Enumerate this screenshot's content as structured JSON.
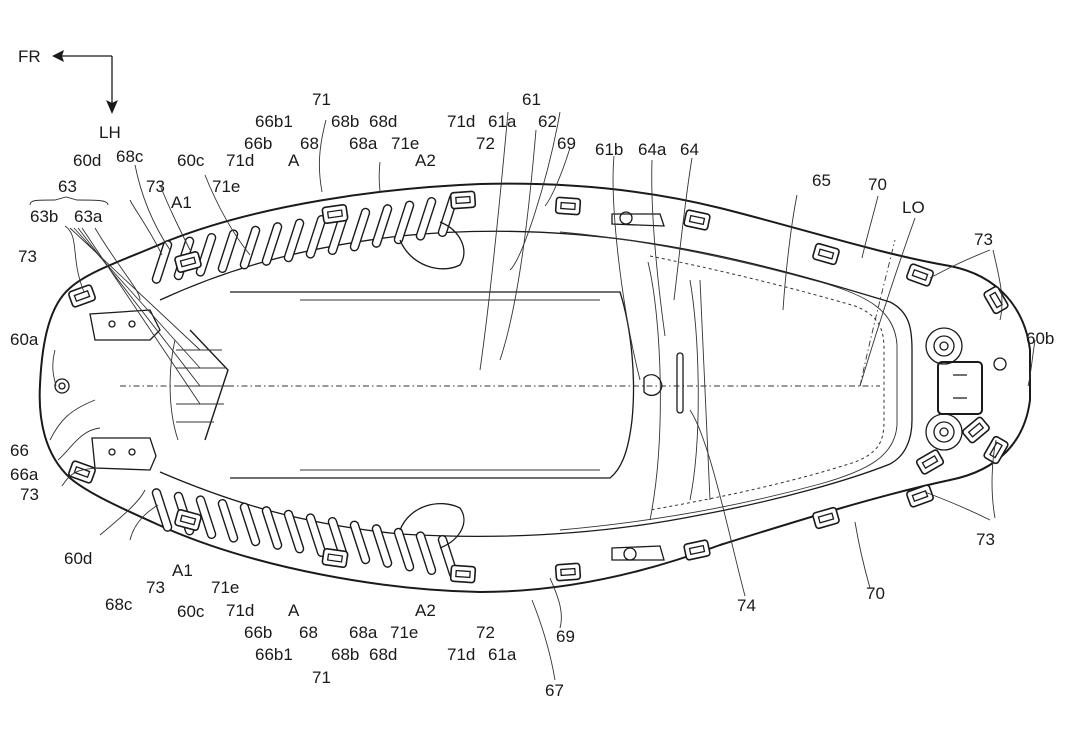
{
  "directions": {
    "front": "FR",
    "left": "LH"
  },
  "labels": {
    "l63": "63",
    "l63b": "63b",
    "l63a": "63a",
    "l60d_t": "60d",
    "l68c_t": "68c",
    "l73_tl": "73",
    "lA1_t": "A1",
    "l60c_t": "60c",
    "l71e_t1": "71e",
    "l71d_t1": "71d",
    "l66b_t": "66b",
    "l66b1_t": "66b1",
    "l71_t": "71",
    "lA_t": "A",
    "l68_t": "68",
    "l68b_t": "68b",
    "l68d_t": "68d",
    "l68a_t": "68a",
    "l71e_t2": "71e",
    "lA2_t": "A2",
    "l71d_t2": "71d",
    "l61a_t": "61a",
    "l72_t": "72",
    "l61": "61",
    "l62": "62",
    "l69_t": "69",
    "l61b": "61b",
    "l64a": "64a",
    "l64": "64",
    "l65": "65",
    "l70_t": "70",
    "lLO": "LO",
    "l73_tr": "73",
    "l60b": "60b",
    "l60a": "60a",
    "l73_l": "73",
    "l66": "66",
    "l66a": "66a",
    "l73_bl": "73",
    "l60d_b": "60d",
    "l68c_b": "68c",
    "l73_b": "73",
    "lA1_b": "A1",
    "l60c_b": "60c",
    "l71e_b1": "71e",
    "l71d_b1": "71d",
    "lA_b": "A",
    "l66b_b": "66b",
    "l66b1_b": "66b1",
    "l68_b": "68",
    "l71_b": "71",
    "l68b_b": "68b",
    "l68a_b": "68a",
    "l68d_b": "68d",
    "l71e_b2": "71e",
    "lA2_b": "A2",
    "l71d_b2": "71d",
    "l72_b": "72",
    "l61a_b": "61a",
    "l69_b": "69",
    "l67": "67",
    "l74": "74",
    "l70_b": "70",
    "l73_br": "73"
  }
}
